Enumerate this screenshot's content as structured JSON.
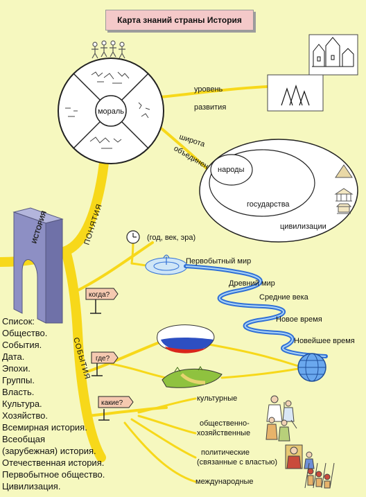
{
  "title": "Карта знаний страны История",
  "wheel": {
    "center_label": "мораль"
  },
  "gate_label": "ИСТОРИЯ",
  "branches": {
    "concepts": "ПОНЯТИЯ",
    "events": "СОБЫТИЯ"
  },
  "links": {
    "level": [
      "уровень",
      "развития"
    ],
    "breadth": [
      "широта",
      "объединения"
    ]
  },
  "sets": {
    "peoples": "народы",
    "states": "государства",
    "civilizations": "цивилизации"
  },
  "time": {
    "units": "(год, век, эра)",
    "question": "когда?",
    "eras": [
      "Первобытный мир",
      "Древний мир",
      "Средние века",
      "Новое время",
      "Новейшее время"
    ]
  },
  "place": {
    "question": "где?"
  },
  "kinds": {
    "question": "какие?",
    "items": [
      "культурные",
      "общественно-",
      "хозяйственные",
      "политические",
      "(связанные с властью)",
      "международные"
    ]
  },
  "list": [
    "Список:",
    "Общество.",
    "События.",
    "Дата.",
    "Эпохи.",
    "Группы.",
    "Власть.",
    "Культура.",
    "Хозяйство.",
    "Всемирная история.",
    "Всеобщая",
    "(зарубежная) история.",
    "Отечественная история.",
    "Первобытное общество.",
    "Цивилизация."
  ],
  "colors": {
    "background": "#f6f8bf",
    "branch": "#f7d81a",
    "title_box": "#f4c9c9",
    "gate": "#8d8fc4",
    "river": "#2f6fd6",
    "sign": "#f5c9b0"
  }
}
